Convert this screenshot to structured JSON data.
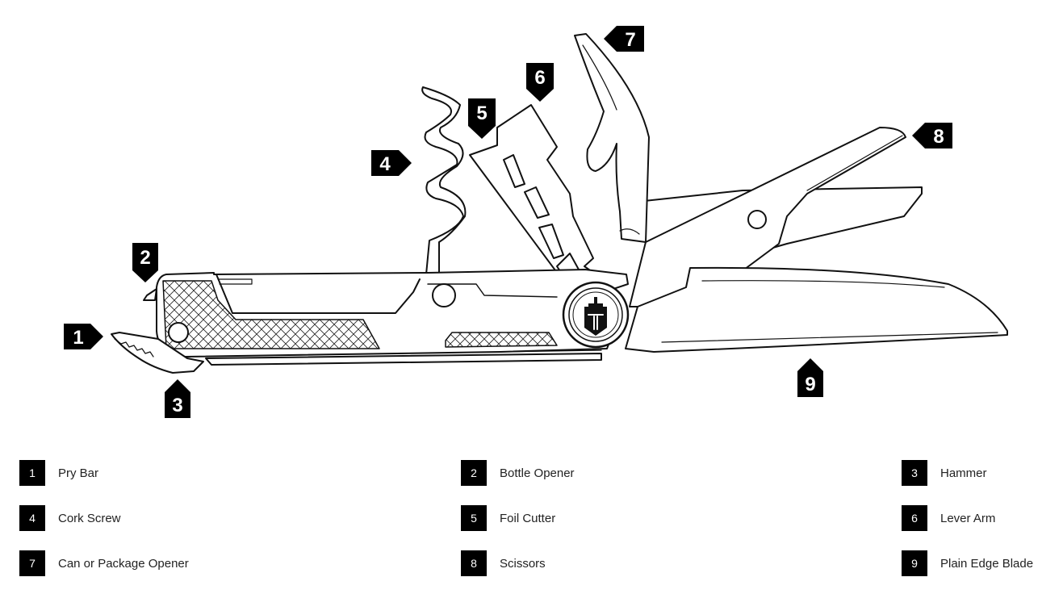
{
  "callouts": [
    "1",
    "2",
    "3",
    "4",
    "5",
    "6",
    "7",
    "8",
    "9"
  ],
  "legend": [
    {
      "number": "1",
      "label": "Pry Bar"
    },
    {
      "number": "2",
      "label": "Bottle Opener"
    },
    {
      "number": "3",
      "label": "Hammer"
    },
    {
      "number": "4",
      "label": "Cork Screw"
    },
    {
      "number": "5",
      "label": "Foil Cutter"
    },
    {
      "number": "6",
      "label": "Lever Arm"
    },
    {
      "number": "7",
      "label": "Can or Package Opener"
    },
    {
      "number": "8",
      "label": "Scissors"
    },
    {
      "number": "9",
      "label": "Plain Edge Blade"
    }
  ],
  "colors": {
    "ink": "#000000",
    "badge_text": "#ffffff",
    "label_text": "#222222"
  },
  "icons": {
    "logo": "gerber-logo-icon"
  }
}
